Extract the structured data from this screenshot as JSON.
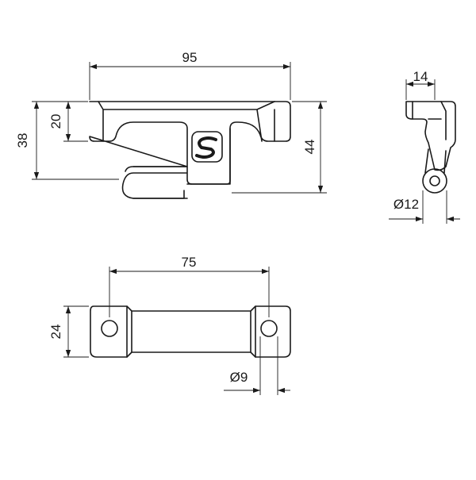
{
  "diagram": {
    "front_view": {
      "overall_width": "95",
      "step_height": "20",
      "body_height": "38",
      "overall_height": "44"
    },
    "side_view": {
      "top_width": "14",
      "roller_diameter": "Ø12"
    },
    "bottom_view": {
      "hole_spacing": "75",
      "width": "24",
      "hole_diameter": "Ø9"
    }
  },
  "colors": {
    "line": "#1a1a1a",
    "background": "#ffffff"
  }
}
